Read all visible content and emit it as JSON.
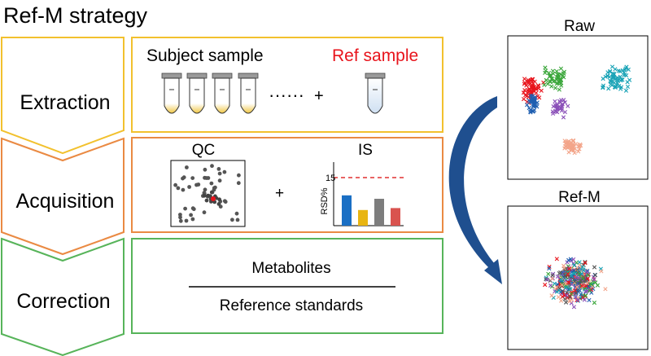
{
  "title": "Ref-M strategy",
  "colors": {
    "extraction": "#f2c12e",
    "acquisition": "#ea8a43",
    "correction": "#57b45a",
    "ref_red": "#e8141c",
    "arrow_blue": "#1f4f8f",
    "is_dash": "#e03030"
  },
  "stages": [
    {
      "label": "Extraction"
    },
    {
      "label": "Acquisition"
    },
    {
      "label": "Correction"
    }
  ],
  "extraction": {
    "subject_label": "Subject sample",
    "ref_label": "Ref sample",
    "dots": "······",
    "plus": "+"
  },
  "acquisition": {
    "qc_label": "QC",
    "is_label": "IS",
    "plus": "+",
    "rsd_axis_label": "RSD%",
    "rsd_threshold_label": "15",
    "is_bars": [
      {
        "value": 0.62,
        "color": "#1a6fc4"
      },
      {
        "value": 0.32,
        "color": "#e8b512"
      },
      {
        "value": 0.55,
        "color": "#7d7d7d"
      },
      {
        "value": 0.36,
        "color": "#d9534f"
      }
    ]
  },
  "correction": {
    "numerator": "Metabolites",
    "denominator": "Reference standards"
  },
  "plots": {
    "raw_title": "Raw",
    "refm_title": "Ref-M"
  }
}
